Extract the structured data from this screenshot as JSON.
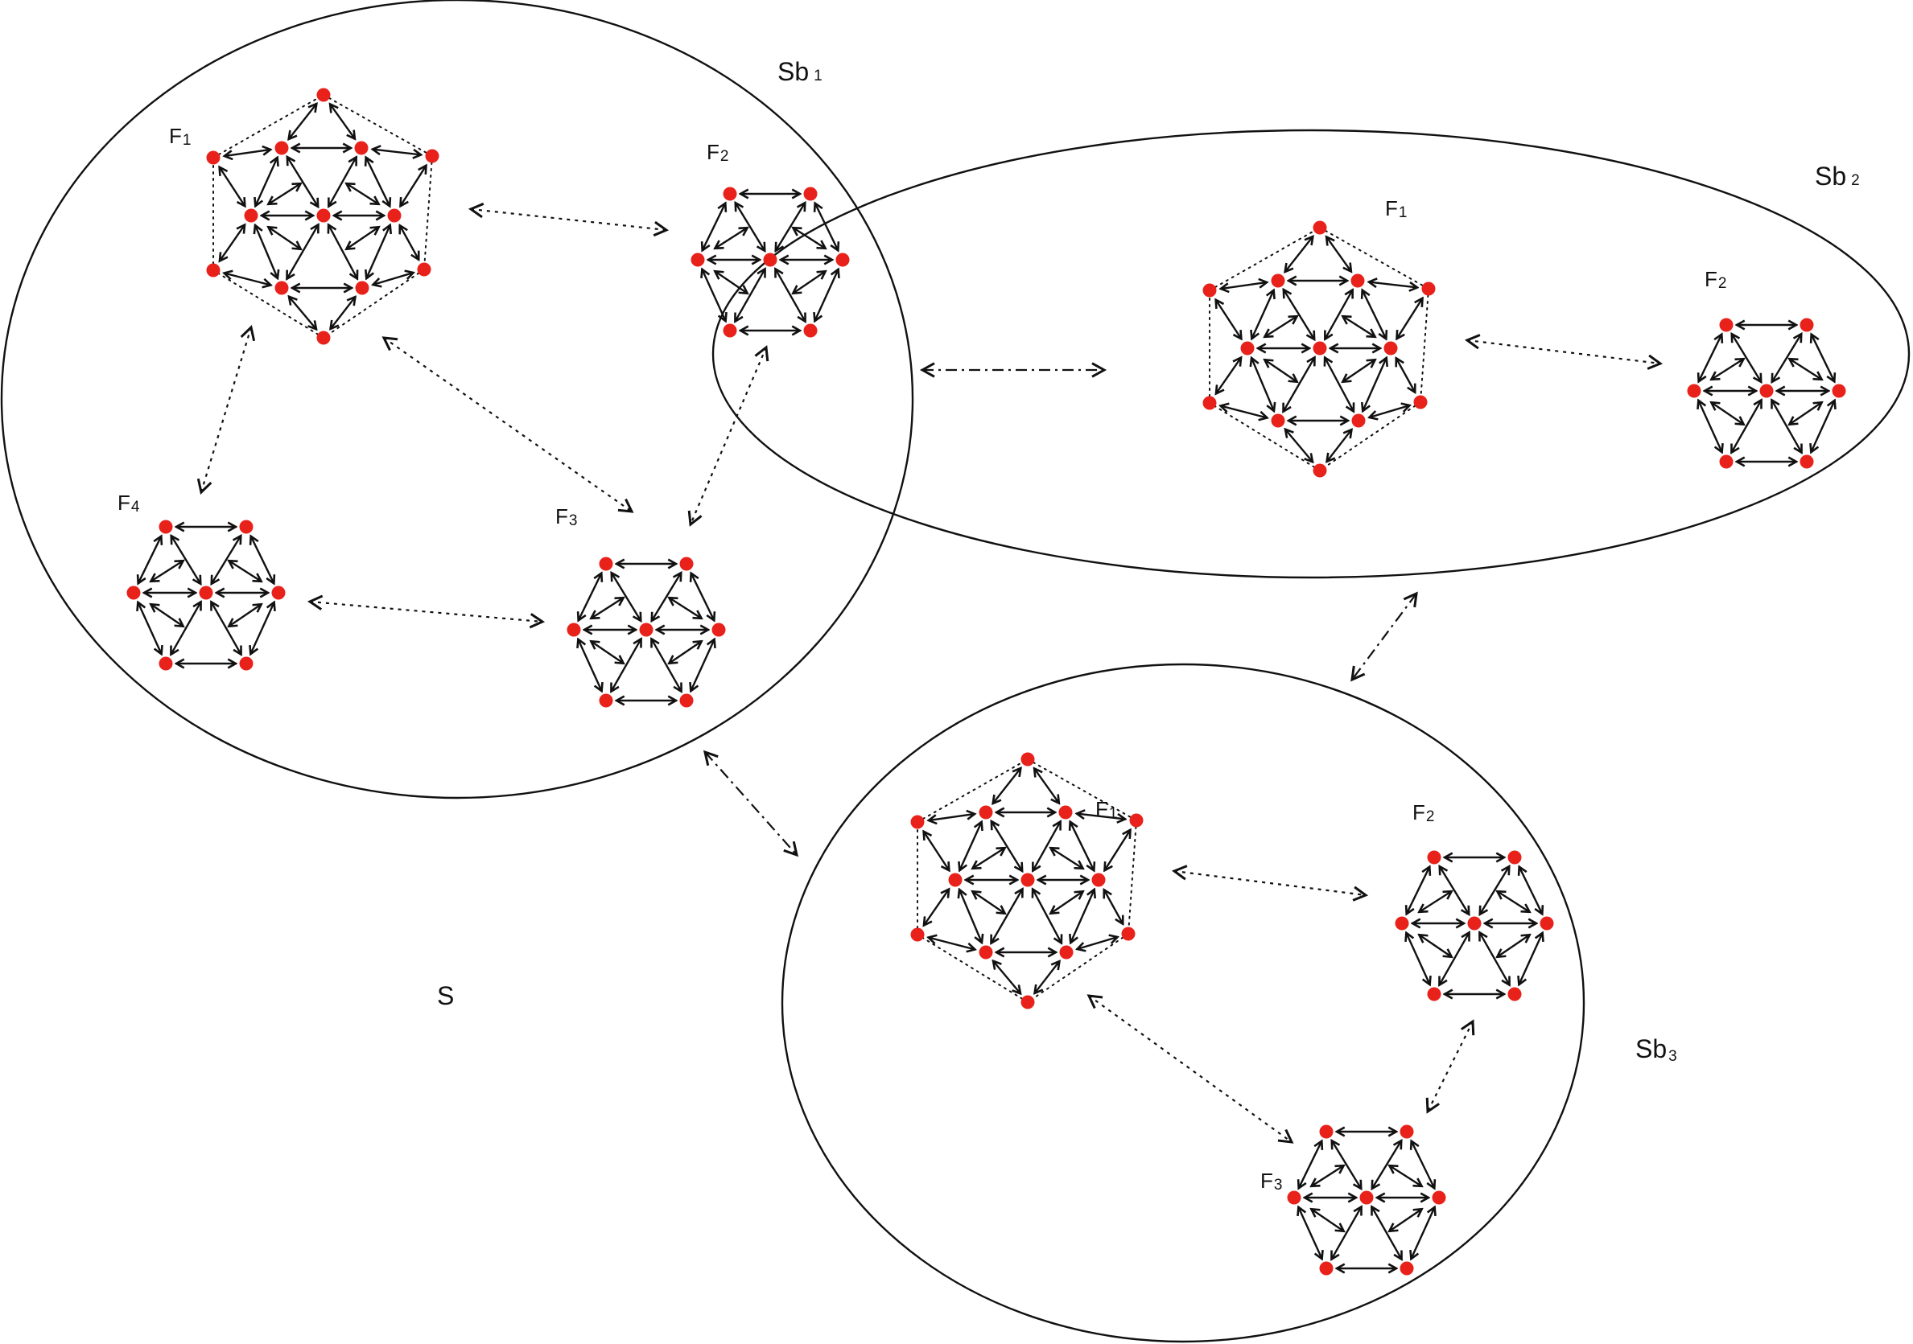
{
  "system_label": "S",
  "node_color": "#e8221b",
  "line_color": "#111111",
  "subsystems": [
    {
      "id": "sb1",
      "label_main": "Sb",
      "label_sub": "1",
      "fractals": [
        {
          "main": "F",
          "sub": "1",
          "kind": "large"
        },
        {
          "main": "F",
          "sub": "2",
          "kind": "small"
        },
        {
          "main": "F",
          "sub": "3",
          "kind": "small"
        },
        {
          "main": "F",
          "sub": "4",
          "kind": "small"
        }
      ]
    },
    {
      "id": "sb2",
      "label_main": "Sb",
      "label_sub": "2",
      "fractals": [
        {
          "main": "F",
          "sub": "1",
          "kind": "large"
        },
        {
          "main": "F",
          "sub": "2",
          "kind": "small"
        }
      ]
    },
    {
      "id": "sb3",
      "label_main": "Sb",
      "label_sub": "3",
      "fractals": [
        {
          "main": "F",
          "sub": "1",
          "kind": "large"
        },
        {
          "main": "F",
          "sub": "2",
          "kind": "small"
        },
        {
          "main": "F",
          "sub": "3",
          "kind": "small"
        }
      ]
    }
  ],
  "intra_links": [
    {
      "subsystem": "sb1",
      "from": "F1",
      "to": "F2",
      "style": "dotted"
    },
    {
      "subsystem": "sb1",
      "from": "F1",
      "to": "F3",
      "style": "dotted"
    },
    {
      "subsystem": "sb1",
      "from": "F1",
      "to": "F4",
      "style": "dotted"
    },
    {
      "subsystem": "sb1",
      "from": "F2",
      "to": "F3",
      "style": "dotted"
    },
    {
      "subsystem": "sb1",
      "from": "F4",
      "to": "F3",
      "style": "dotted"
    },
    {
      "subsystem": "sb2",
      "from": "F1",
      "to": "F2",
      "style": "dotted"
    },
    {
      "subsystem": "sb3",
      "from": "F1",
      "to": "F2",
      "style": "dotted"
    },
    {
      "subsystem": "sb3",
      "from": "F1",
      "to": "F3",
      "style": "dotted"
    },
    {
      "subsystem": "sb3",
      "from": "F2",
      "to": "F3",
      "style": "dotted"
    }
  ],
  "inter_links": [
    {
      "from": "Sb1",
      "to": "Sb2",
      "style": "dash-dot"
    },
    {
      "from": "Sb2",
      "to": "Sb3",
      "style": "dash-dot"
    },
    {
      "from": "Sb1",
      "to": "Sb3",
      "style": "dash-dot"
    }
  ]
}
